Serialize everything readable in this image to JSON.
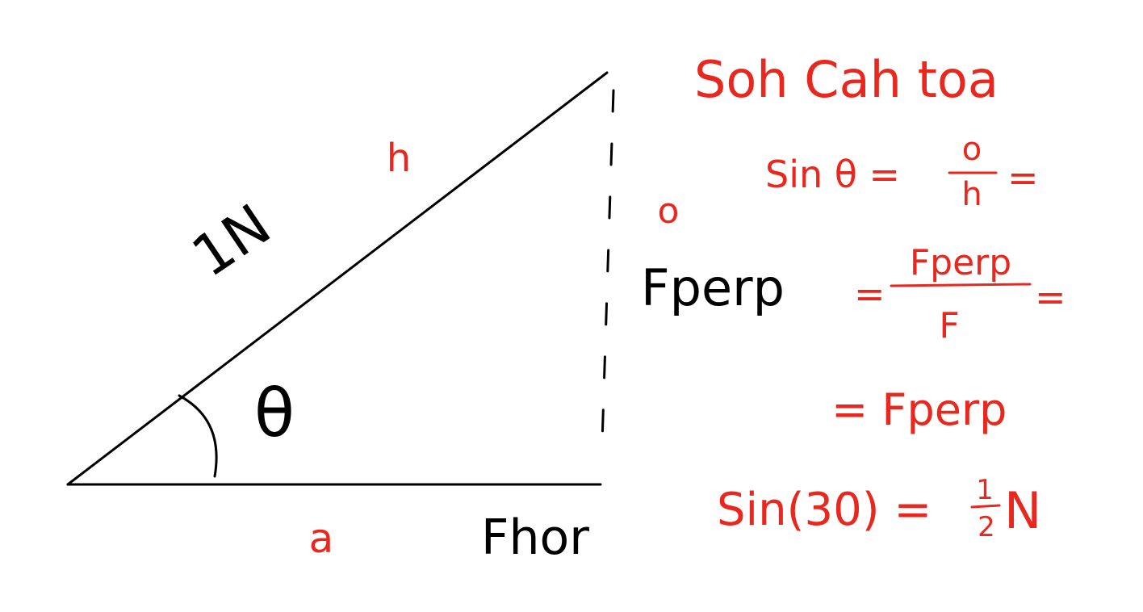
{
  "colors": {
    "black_ink": "#000000",
    "red_ink": "#e8281e",
    "background": "#ffffff"
  },
  "diagram": {
    "hypotenuse_value": "1N",
    "hypotenuse_tag": "h",
    "opposite_tag": "o",
    "adjacent_tag": "a",
    "angle_symbol": "θ",
    "opposite_force": "Fperp",
    "adjacent_force": "Fhor"
  },
  "notes": {
    "mnemonic": "Soh Cah toa",
    "line1": {
      "lhs": "Sin θ =",
      "numerator": "o",
      "denominator": "h",
      "tail": "="
    },
    "line2": {
      "lead": "=",
      "numerator": "Fperp",
      "denominator": "F",
      "tail": "="
    },
    "line3": "= Fperp",
    "line4": {
      "lhs": "Sin(30) =",
      "numerator": "1",
      "denominator": "2",
      "unit": "N"
    }
  }
}
